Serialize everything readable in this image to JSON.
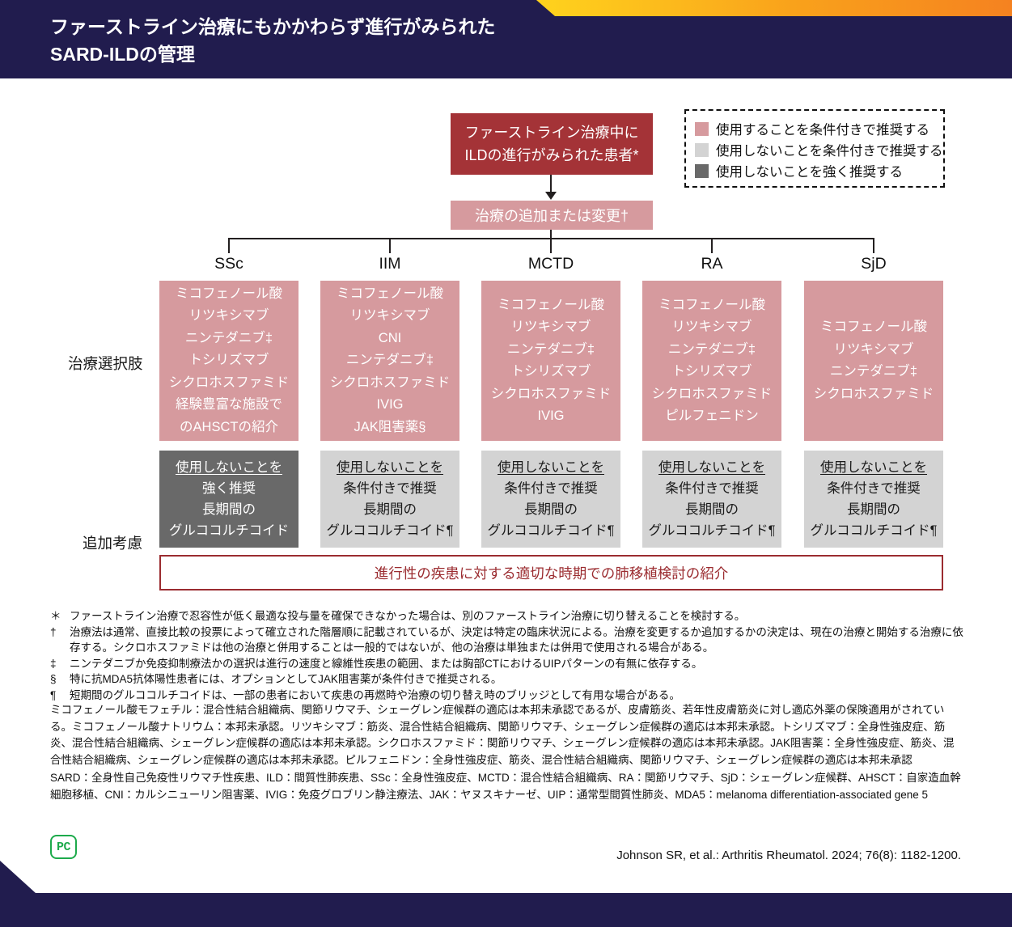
{
  "header": {
    "title_line1": "ファーストライン治療にもかかわらず進行がみられた",
    "title_line2": "SARD-ILDの管理"
  },
  "flow": {
    "start_box_line1": "ファーストライン治療中に",
    "start_box_line2": "ILDの進行がみられた患者*",
    "action_box": "治療の追加または変更†"
  },
  "legend": {
    "items": [
      {
        "label": "使用することを条件付きで推奨する",
        "color": "#d69a9e"
      },
      {
        "label": "使用しないことを条件付きで推奨する",
        "color": "#d3d3d3"
      },
      {
        "label": "使用しないことを強く推奨する",
        "color": "#696969"
      }
    ]
  },
  "row_labels": {
    "treatment_options": "治療選択肢",
    "additional_considerations": "追加考慮"
  },
  "columns": [
    {
      "label": "SSc",
      "treatments": [
        "ミコフェノール酸",
        "リツキシマブ",
        "ニンテダニブ‡",
        "トシリズマブ",
        "シクロホスファミド",
        "経験豊富な施設で",
        "のAHSCTの紹介"
      ],
      "rec": [
        "使用しないことを",
        "強く推奨",
        "長期間の",
        "グルココルチコイド"
      ],
      "rec_type": "strongly-against"
    },
    {
      "label": "IIM",
      "treatments": [
        "ミコフェノール酸",
        "リツキシマブ",
        "CNI",
        "ニンテダニブ‡",
        "シクロホスファミド",
        "IVIG",
        "JAK阻害薬§"
      ],
      "rec": [
        "使用しないことを",
        "条件付きで推奨",
        "長期間の",
        "グルココルチコイド¶"
      ],
      "rec_type": "conditionally-against"
    },
    {
      "label": "MCTD",
      "treatments": [
        "ミコフェノール酸",
        "リツキシマブ",
        "ニンテダニブ‡",
        "トシリズマブ",
        "シクロホスファミド",
        "IVIG"
      ],
      "rec": [
        "使用しないことを",
        "条件付きで推奨",
        "長期間の",
        "グルココルチコイド¶"
      ],
      "rec_type": "conditionally-against"
    },
    {
      "label": "RA",
      "treatments": [
        "ミコフェノール酸",
        "リツキシマブ",
        "ニンテダニブ‡",
        "トシリズマブ",
        "シクロホスファミド",
        "ピルフェニドン"
      ],
      "rec": [
        "使用しないことを",
        "条件付きで推奨",
        "長期間の",
        "グルココルチコイド¶"
      ],
      "rec_type": "conditionally-against"
    },
    {
      "label": "SjD",
      "treatments": [
        "ミコフェノール酸",
        "リツキシマブ",
        "ニンテダニブ‡",
        "シクロホスファミド"
      ],
      "rec": [
        "使用しないことを",
        "条件付きで推奨",
        "長期間の",
        "グルココルチコイド¶"
      ],
      "rec_type": "conditionally-against"
    }
  ],
  "transplant_box": "進行性の疾患に対する適切な時期での肺移植検討の紹介",
  "footnotes": [
    {
      "marker": "＊",
      "text": "ファーストライン治療で忍容性が低く最適な投与量を確保できなかった場合は、別のファーストライン治療に切り替えることを検討する。"
    },
    {
      "marker": "†",
      "text": "治療法は通常、直接比較の投票によって確立された階層順に記載されているが、決定は特定の臨床状況による。治療を変更するか追加するかの決定は、現在の治療と開始する治療に依存する。シクロホスファミドは他の治療と併用することは一般的ではないが、他の治療は単独または併用で使用される場合がある。"
    },
    {
      "marker": "‡",
      "text": "ニンテダニブか免疫抑制療法かの選択は進行の速度と線維性疾患の範囲、または胸部CTにおけるUIPパターンの有無に依存する。"
    },
    {
      "marker": "§",
      "text": "特に抗MDA5抗体陽性患者には、オプションとしてJAK阻害薬が条件付きで推奨される。"
    },
    {
      "marker": "¶",
      "text": "短期間のグルココルチコイドは、一部の患者において疾患の再燃時や治療の切り替え時のブリッジとして有用な場合がある。"
    }
  ],
  "fine_print": {
    "approval_note": "ミコフェノール酸モフェチル：混合性結合組織病、関節リウマチ、シェーグレン症候群の適応は本邦未承認であるが、皮膚筋炎、若年性皮膚筋炎に対し適応外薬の保険適用がされている。ミコフェノール酸ナトリウム：本邦未承認。リツキシマブ：筋炎、混合性結合組織病、関節リウマチ、シェーグレン症候群の適応は本邦未承認。トシリズマブ：全身性強皮症、筋炎、混合性結合組織病、シェーグレン症候群の適応は本邦未承認。シクロホスファミド：関節リウマチ、シェーグレン症候群の適応は本邦未承認。JAK阻害薬：全身性強皮症、筋炎、混合性結合組織病、シェーグレン症候群の適応は本邦未承認。ピルフェニドン：全身性強皮症、筋炎、混合性結合組織病、関節リウマチ、シェーグレン症候群の適応は本邦未承認",
    "abbreviations": "SARD：全身性自己免疫性リウマチ性疾患、ILD：間質性肺疾患、SSc：全身性強皮症、MCTD：混合性結合組織病、RA：関節リウマチ、SjD：シェーグレン症候群、AHSCT：自家造血幹細胞移植、CNI：カルシニューリン阻害薬、IVIG：免疫グロブリン静注療法、JAK：ヤヌスキナーゼ、UIP：通常型間質性肺炎、MDA5：melanoma differentiation-associated gene 5"
  },
  "logo_text": "PC",
  "citation": "Johnson SR, et al.: Arthritis Rheumatol. 2024; 76(8): 1182-1200.",
  "colors": {
    "navy": "#211c4e",
    "gold_gradient_start": "#ffd31d",
    "gold_gradient_end": "#f58220",
    "dark_red_box": "#a43337",
    "pink_box": "#d69a9e",
    "light_gray_box": "#d3d3d3",
    "dark_gray_box": "#696969",
    "transplant_red": "#9b2c30",
    "logo_green": "#1daa4b"
  }
}
